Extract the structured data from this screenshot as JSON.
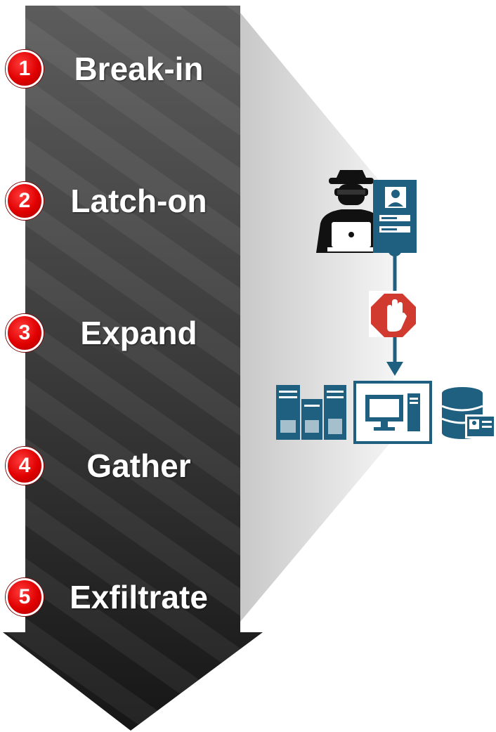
{
  "steps": [
    {
      "number": "1",
      "label": "Break-in"
    },
    {
      "number": "2",
      "label": "Latch-on"
    },
    {
      "number": "3",
      "label": "Expand"
    },
    {
      "number": "4",
      "label": "Gather"
    },
    {
      "number": "5",
      "label": "Exfiltrate"
    }
  ],
  "colors": {
    "badge": "#e00000",
    "arrow_dark": "#1c1c1c",
    "arrow_light": "#5a5a5a",
    "icon_blue": "#1f5f80",
    "stop_red": "#d03a2f"
  },
  "icons": [
    "hacker-icon",
    "login-card-icon",
    "stop-hand-icon",
    "server-rack-icon",
    "workstation-icon",
    "database-icon"
  ]
}
